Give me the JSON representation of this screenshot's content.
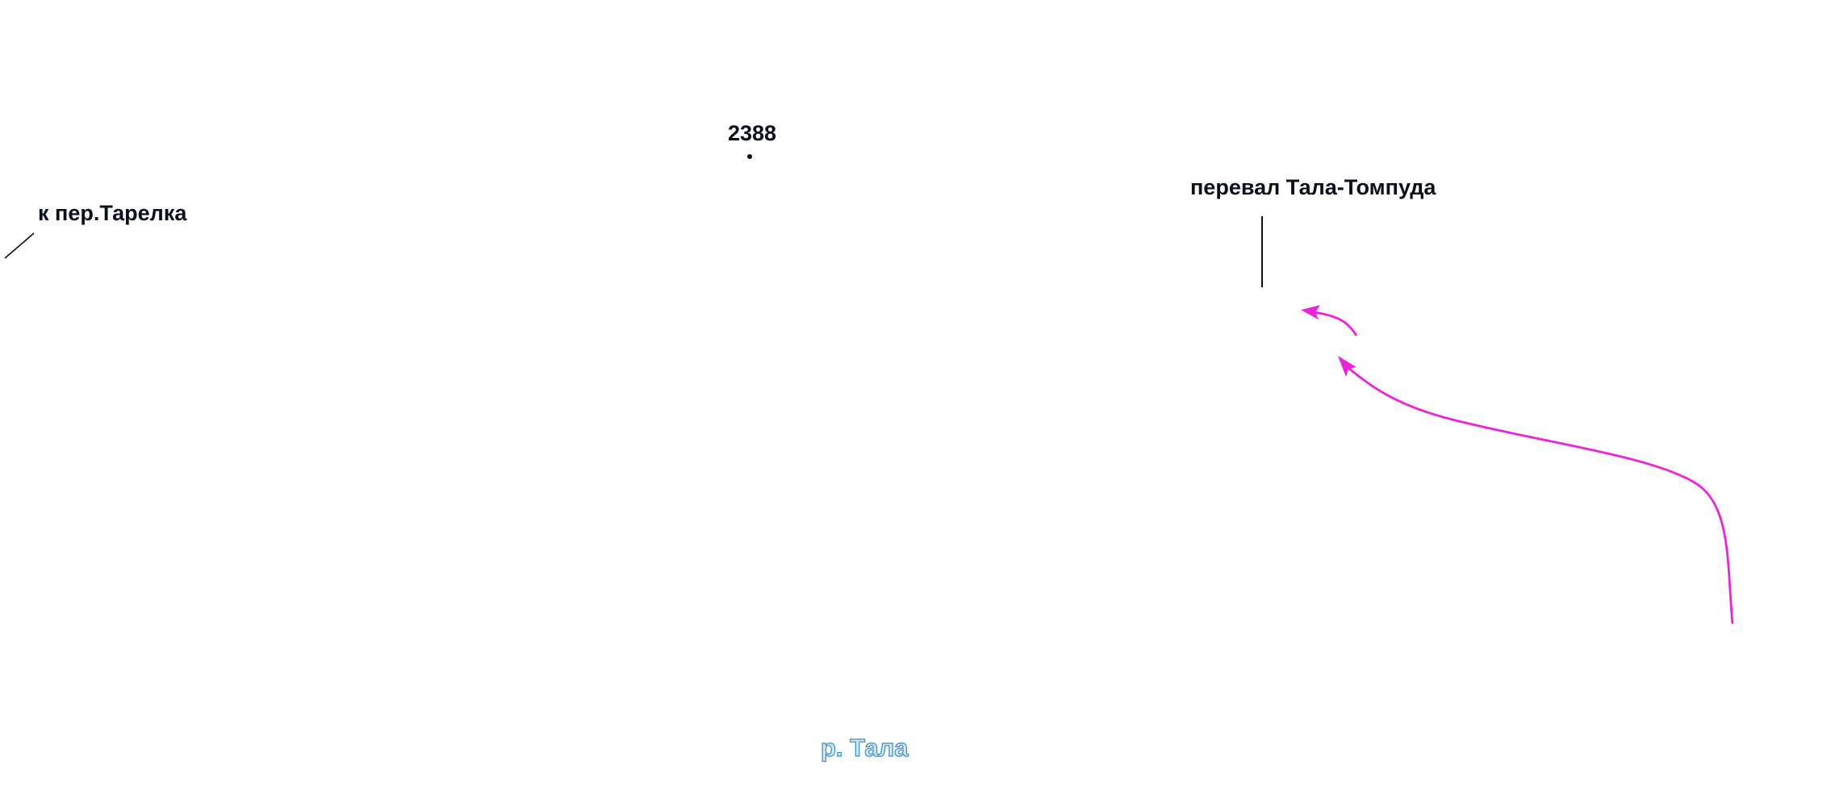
{
  "map": {
    "labels": {
      "to_pass": "к пер.Тарелка",
      "peak_elevation": "2388",
      "pass_name": "перевал Тала-Томпуда",
      "river": "р. Тала"
    },
    "colors": {
      "background": "#ffffff",
      "text": "#0b0f1e",
      "route": "#ee22dd",
      "river_fill": "#cfe8f4",
      "river_outline": "#3a8fc6"
    }
  }
}
